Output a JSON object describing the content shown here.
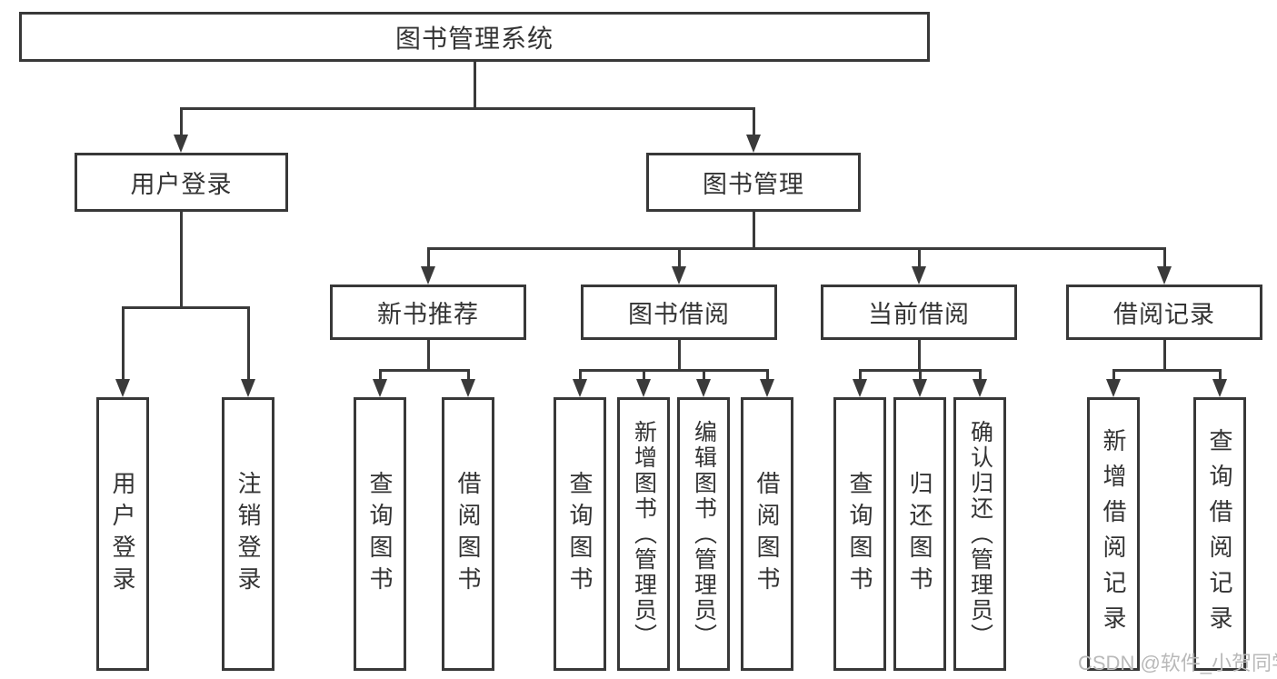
{
  "diagram": {
    "title": "图书管理系统",
    "root": {
      "label": "图书管理系统"
    },
    "level2": [
      {
        "label": "用户登录",
        "parent": "图书管理系统"
      },
      {
        "label": "图书管理",
        "parent": "图书管理系统"
      }
    ],
    "level3": [
      {
        "label": "新书推荐",
        "parent": "图书管理"
      },
      {
        "label": "图书借阅",
        "parent": "图书管理"
      },
      {
        "label": "当前借阅",
        "parent": "图书管理"
      },
      {
        "label": "借阅记录",
        "parent": "图书管理"
      }
    ],
    "leaves": [
      {
        "label": "用户登录",
        "parent": "用户登录"
      },
      {
        "label": "注销登录",
        "parent": "用户登录"
      },
      {
        "label": "查询图书",
        "parent": "新书推荐"
      },
      {
        "label": "借阅图书",
        "parent": "新书推荐"
      },
      {
        "label": "查询图书",
        "parent": "图书借阅"
      },
      {
        "label": "新增图书（管理员）",
        "parent": "图书借阅"
      },
      {
        "label": "编辑图书（管理员）",
        "parent": "图书借阅"
      },
      {
        "label": "借阅图书",
        "parent": "图书借阅"
      },
      {
        "label": "查询图书",
        "parent": "当前借阅"
      },
      {
        "label": "归还图书",
        "parent": "当前借阅"
      },
      {
        "label": "确认归还（管理员）",
        "parent": "当前借阅"
      },
      {
        "label": "新增借阅记录",
        "parent": "借阅记录"
      },
      {
        "label": "查询借阅记录",
        "parent": "借阅记录"
      }
    ]
  },
  "watermark": {
    "text": "CSDN @软件_小贺同学"
  },
  "colors": {
    "line": "#3a3a3a",
    "border": "#383838",
    "text": "#333333",
    "background": "#ffffff",
    "watermark": "#b9b9b9"
  }
}
